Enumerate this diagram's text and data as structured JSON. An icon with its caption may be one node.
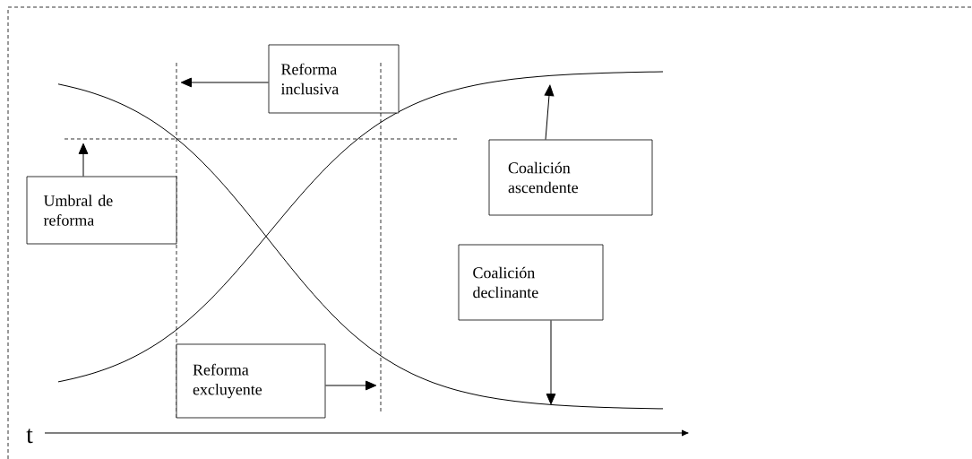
{
  "diagram": {
    "nodes": [
      {
        "text": [
          "Reforma inclusiva"
        ]
      },
      {
        "text": [
          "Umbral de reforma"
        ]
      },
      {
        "text": [
          "Coalición ascendente"
        ]
      },
      {
        "text": [
          "Coalición declinante"
        ]
      },
      {
        "text": [
          "Reforma excluyente"
        ]
      }
    ],
    "edges": [
      {
        "from": 0,
        "to": null,
        "arrow": "to"
      },
      {
        "from": 1,
        "to": null,
        "arrow": "to"
      },
      {
        "from": 2,
        "to": null,
        "arrow": "to"
      },
      {
        "from": 3,
        "to": null,
        "arrow": "to"
      },
      {
        "from": 4,
        "to": null,
        "arrow": "to"
      }
    ],
    "labels": [
      "t"
    ]
  }
}
